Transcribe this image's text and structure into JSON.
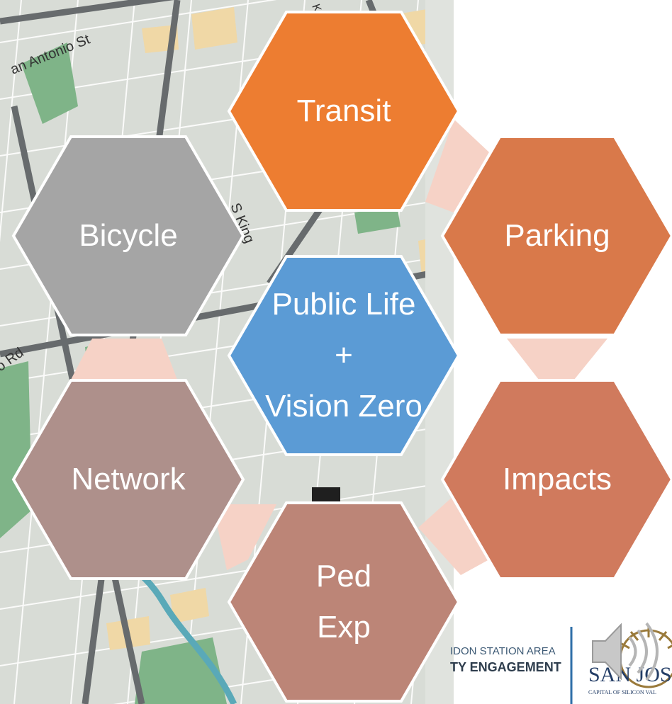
{
  "map": {
    "street_labels": [
      "an Antonio St",
      "S King",
      "o Rd",
      "Ks"
    ],
    "colors": {
      "base": "#d8dcd6",
      "block": "#e4e7e2",
      "street": "#ffffff",
      "major_road": "#676b6d",
      "park": "#7fb488",
      "sand": "#f0d8a6",
      "creek": "#5aa9b8"
    }
  },
  "hexagons": [
    {
      "id": "transit",
      "lines": [
        "Transit"
      ],
      "color": "#ed7d31"
    },
    {
      "id": "parking",
      "lines": [
        "Parking"
      ],
      "color": "#d9794a"
    },
    {
      "id": "bicycle",
      "lines": [
        "Bicycle"
      ],
      "color": "#a5a5a5"
    },
    {
      "id": "center",
      "lines": [
        "Public Life",
        "+",
        "Vision Zero"
      ],
      "color": "#5b9bd5"
    },
    {
      "id": "network",
      "lines": [
        "Network"
      ],
      "color": "#ae908b"
    },
    {
      "id": "impacts",
      "lines": [
        "Impacts"
      ],
      "color": "#d07a5d"
    },
    {
      "id": "ped",
      "lines": [
        "Ped",
        "Exp"
      ],
      "color": "#bc8577"
    }
  ],
  "connector_color": "#f6d2c6",
  "footer": {
    "engagement_line1": "IDON STATION AREA",
    "engagement_line2": "TY ENGAGEMENT",
    "city_logo_text": "SAN JOS",
    "city_tagline": "CAPITAL OF SILICON VAL",
    "speaker_icon": "speaker-icon"
  }
}
